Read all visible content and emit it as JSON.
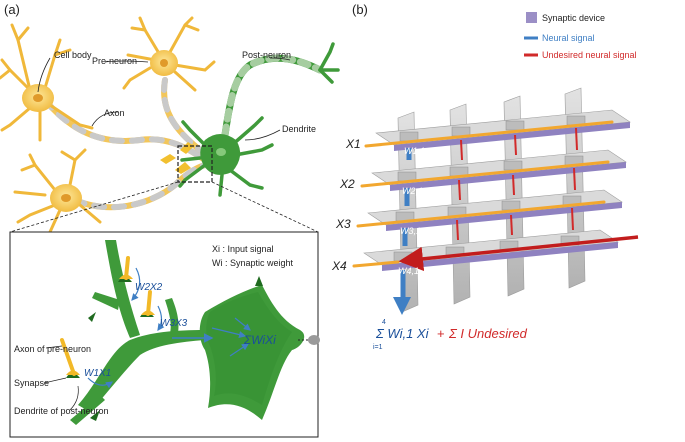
{
  "panel_a": {
    "label": "(a)",
    "labels": {
      "cell_body": "Cell body",
      "pre_neuron": "Pre-neuron",
      "post_neuron": "Post-neuron",
      "axon": "Axon",
      "dendrite": "Dendrite"
    },
    "inset": {
      "input_signal_label": "Xi : Input signal",
      "synaptic_weight_label": "Wi : Synaptic weight",
      "axon_of_pre_neuron": "Axon of pre-neuron",
      "synapse": "Synapse",
      "dendrite_of_post_neuron": "Dendrite of post-neuron",
      "terms": [
        "W1X1",
        "W2X2",
        "W3X3"
      ],
      "sum": "ΣWiXi"
    }
  },
  "panel_b": {
    "label": "(b)",
    "legend": [
      {
        "label": "Synaptic device",
        "color": "#9b8fc6"
      },
      {
        "label": "Neural signal",
        "color": "#3f7fc4"
      },
      {
        "label": "Undesired neural signal",
        "color": "#d12a2a"
      }
    ],
    "inputs": [
      "X1",
      "X2",
      "X3",
      "X4"
    ],
    "weights": [
      "W1,1",
      "W2,1",
      "W3,1",
      "W4,1"
    ],
    "equation": {
      "sum_part": "Σ Wi,1 Xi",
      "upper_limit": "4",
      "lower_limit": "i=1",
      "plus": "+",
      "undesired_part": "Σ I Undesired"
    },
    "colors": {
      "input_line": "#f2a72f",
      "neuron": "#f7c54a",
      "post_neuron": "#3f9a3a",
      "crossbar": "#c8c8c8"
    }
  }
}
